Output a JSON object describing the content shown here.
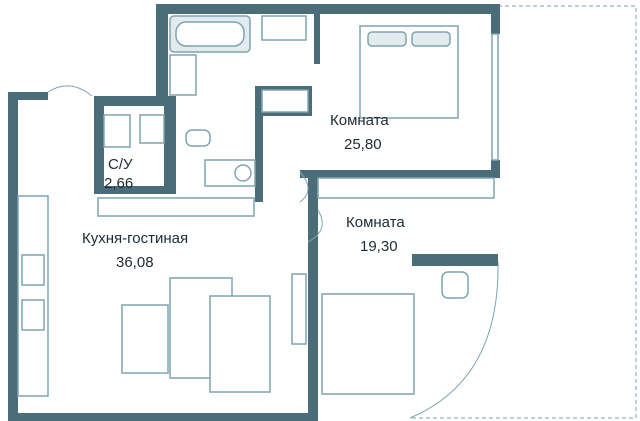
{
  "rooms": [
    {
      "name": "Комната",
      "area": "25,80"
    },
    {
      "name": "Комната",
      "area": "19,30"
    },
    {
      "name": "С/У",
      "area": "2,66"
    },
    {
      "name": "Кухня-гостиная",
      "area": "36,08"
    }
  ],
  "colors": {
    "wall": "#4b6d79",
    "furniture": "#7fa4b0",
    "furniture_fill": "#e2ecef",
    "text": "#1e2b33"
  }
}
